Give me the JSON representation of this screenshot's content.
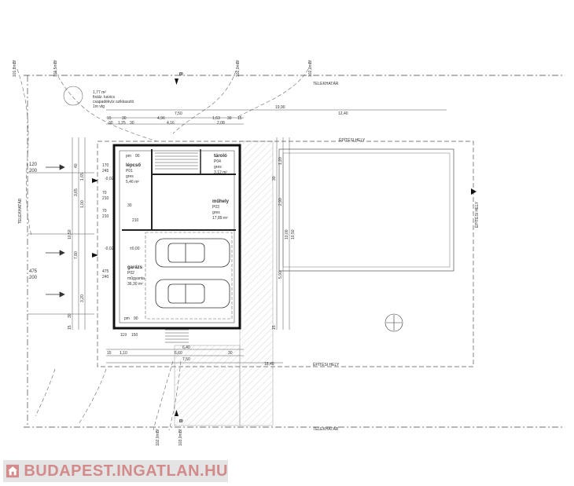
{
  "labels": {
    "property_line": "TELEKHATÁR",
    "building_zone": "ÉPÍTÉSI HELY",
    "section_b": "B"
  },
  "elevations": {
    "e1": "101,8mBf",
    "e2": "101,5mBf",
    "e3": "102,0mBf",
    "e4": "102,0mBf",
    "e5": "102,0mBf",
    "e6": "103,0mBf"
  },
  "septic": {
    "area": "1,77 m²",
    "line1": "fixálz. kavics",
    "line2": "csapadékvíz szikkasztó",
    "line3": "1m vtg"
  },
  "rooms": {
    "lepcso": {
      "name": "lépcső",
      "code": "P01",
      "floor": "gres",
      "area": "5,46 m²"
    },
    "garazs": {
      "name": "garázs",
      "code": "P02",
      "floor": "műgyanta",
      "area": "36,30 m²"
    },
    "muhely": {
      "name": "műhely",
      "code": "P03",
      "floor": "gres",
      "area": "17,89 m²"
    },
    "tarolo": {
      "name": "tároló",
      "code": "P04",
      "floor": "gres",
      "area": "3,12 m²"
    }
  },
  "dims_top": {
    "d1990": "19,90",
    "d1240": "12,40",
    "d750": "7,50",
    "d496": "4,96",
    "d416": "4,16",
    "d163": "1,63",
    "d208": "2,08",
    "d15a": "15",
    "d15b": "15",
    "d30a": "30",
    "d30b": "30",
    "d125": "1,25",
    "d30c": "30",
    "d30d": "30"
  },
  "dims_bottom": {
    "d640": "6,40",
    "d660": "6,60",
    "d750": "7,50",
    "d1840": "18,40",
    "d110": "1,10",
    "d15": "15",
    "d30": "30",
    "d119": "119",
    "d150": "150"
  },
  "dims_left": {
    "d1050": "10,50",
    "d780": "7,80",
    "d365": "3,65",
    "d320": "3,20",
    "d100": "1,00",
    "d165": "1,65",
    "d40": "40",
    "d30": "30",
    "d15": "15"
  },
  "dims_right": {
    "d1050": "10,50",
    "d1000": "10,00",
    "d590": "5,90",
    "d290": "2,90",
    "d120": "1,20",
    "d30": "30",
    "d15": "15"
  },
  "openings": {
    "o1": "120",
    "o2": "200",
    "o3": "475",
    "o4": "200",
    "w1": "170",
    "w2": "245",
    "w3": "70",
    "w4": "210",
    "w5": "70",
    "w6": "210",
    "w7": "475",
    "w8": "240",
    "w9": "90",
    "w10": "30",
    "w11": "210",
    "w12": "90"
  },
  "levels": {
    "l1": "-0,02",
    "l2": "±0,00",
    "l3": "-0,02"
  },
  "parapet": {
    "pm1": "pm",
    "pm2": "pm"
  },
  "watermark": "BUDAPEST.INGATLAN.HU"
}
